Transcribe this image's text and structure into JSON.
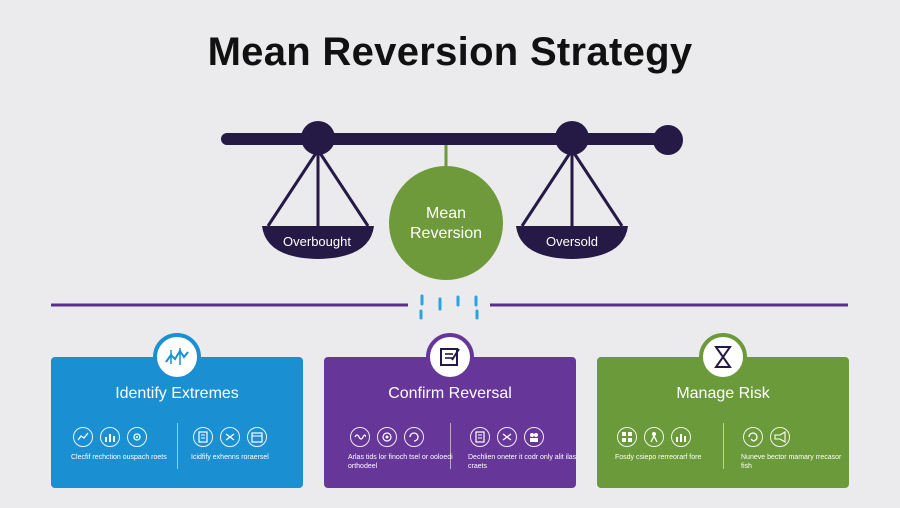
{
  "title": "Mean Reversion Strategy",
  "colors": {
    "navy": "#251a45",
    "green": "#6e9a3c",
    "purple": "#5a2d91",
    "blue": "#1a8fd1",
    "cyan": "#29a3dc",
    "background": "#ebebed"
  },
  "scale": {
    "left_pan_label": "Overbought",
    "right_pan_label": "Oversold",
    "center_label_line1": "Mean",
    "center_label_line2": "Reversion"
  },
  "cards": [
    {
      "title": "Identify Extremes",
      "badge_icon": "chart-icon",
      "left_icons": [
        "chart-line-icon",
        "bars-icon",
        "gear-icon"
      ],
      "right_icons": [
        "document-icon",
        "arrows-icon",
        "calendar-icon"
      ],
      "left_caption": "Clecfif rechction ouspach roets",
      "right_caption": "Icidfify exhenns roraersel"
    },
    {
      "title": "Confirm Reversal",
      "badge_icon": "checklist-icon",
      "left_icons": [
        "wave-icon",
        "target-icon",
        "cycle-icon"
      ],
      "right_icons": [
        "document-icon",
        "arrows-icon",
        "group-icon"
      ],
      "left_caption": "Arlas tids lor finoch tsel or ooloedi orthodeel",
      "right_caption": "Dechlien oneter it codr only alit ilas craets"
    },
    {
      "title": "Manage Risk",
      "badge_icon": "hourglass-icon",
      "left_icons": [
        "grid-icon",
        "person-icon",
        "bars-icon"
      ],
      "right_icons": [
        "refresh-icon",
        "megaphone-icon"
      ],
      "left_caption": "Fosdy csiepo rerreorarf fore",
      "right_caption": "Nuneve bector mamary rrecasor fish"
    }
  ]
}
